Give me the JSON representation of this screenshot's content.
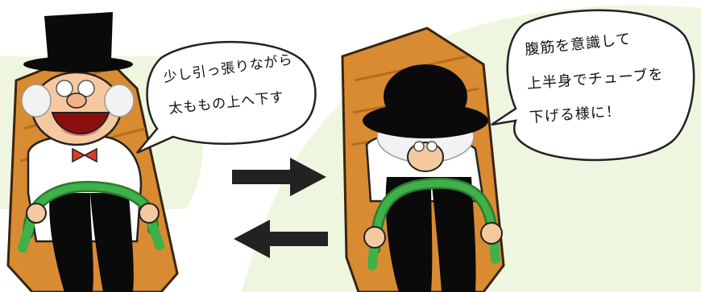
{
  "bubble_left": {
    "line1": "少し引っ張りながら",
    "line2": "太ももの上へ下す"
  },
  "bubble_right": {
    "line1": "腹筋を意識して",
    "line2": "上半身でチューブを",
    "line3": "下げる様に！"
  },
  "colors": {
    "background_blob": "#eef6e0",
    "chair": "#d98b32",
    "chair_outline": "#3a2410",
    "tube": "#3fb04a",
    "skin": "#f5c9a0",
    "hat": "#0a0a0a",
    "bowtie": "#e23a2a",
    "arrow": "#222222"
  }
}
